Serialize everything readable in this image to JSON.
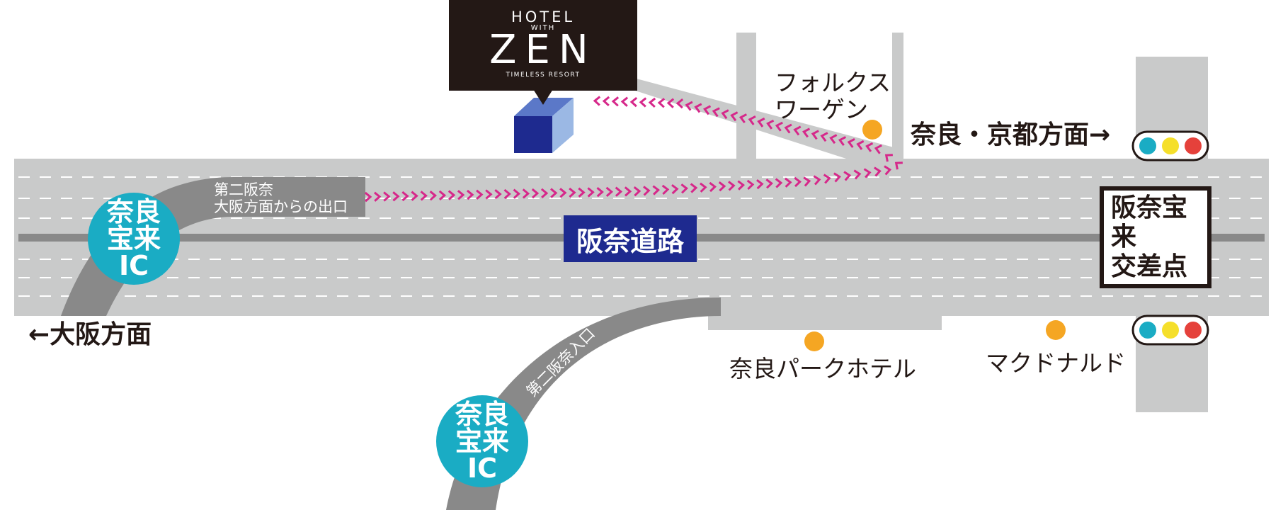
{
  "colors": {
    "road": "#C9CACA",
    "ramp": "#898989",
    "lane_marking": "#ffffff",
    "median": "#898989",
    "ic_badge": "#1AACC4",
    "route_arrow": "#D6288A",
    "hotel_box": "#231815",
    "road_name_box": "#1E2A8F",
    "landmark_dot": "#F5A623",
    "signal_blue": "#1AACC4",
    "signal_yellow": "#F5DF2B",
    "signal_red": "#E5413B"
  },
  "hotel": {
    "line1": "HOTEL",
    "line2": "WITH",
    "line3": "ZEN",
    "line4": "TIMELESS RESORT",
    "icon": "building-cube-icon"
  },
  "road_name": "阪奈道路",
  "crossing": {
    "line1": "阪奈宝来",
    "line2": "交差点"
  },
  "directions": {
    "nara_kyoto": "奈良・京都方面→",
    "osaka": "←大阪方面"
  },
  "ramps": {
    "exit": "第二阪奈\n大阪方面からの出口",
    "entrance": "第二阪奈入口"
  },
  "interchanges": [
    {
      "line1": "奈良",
      "line2": "宝来",
      "line3": "IC"
    },
    {
      "line1": "奈良",
      "line2": "宝来",
      "line3": "IC"
    }
  ],
  "landmarks": [
    {
      "name": "フォルクス\nワーゲン",
      "icon": "landmark-dot-icon"
    },
    {
      "name": "奈良パークホテル",
      "icon": "landmark-dot-icon"
    },
    {
      "name": "マクドナルド",
      "icon": "landmark-dot-icon"
    }
  ],
  "signals": [
    {
      "icon": "traffic-signal-icon"
    },
    {
      "icon": "traffic-signal-icon"
    }
  ]
}
